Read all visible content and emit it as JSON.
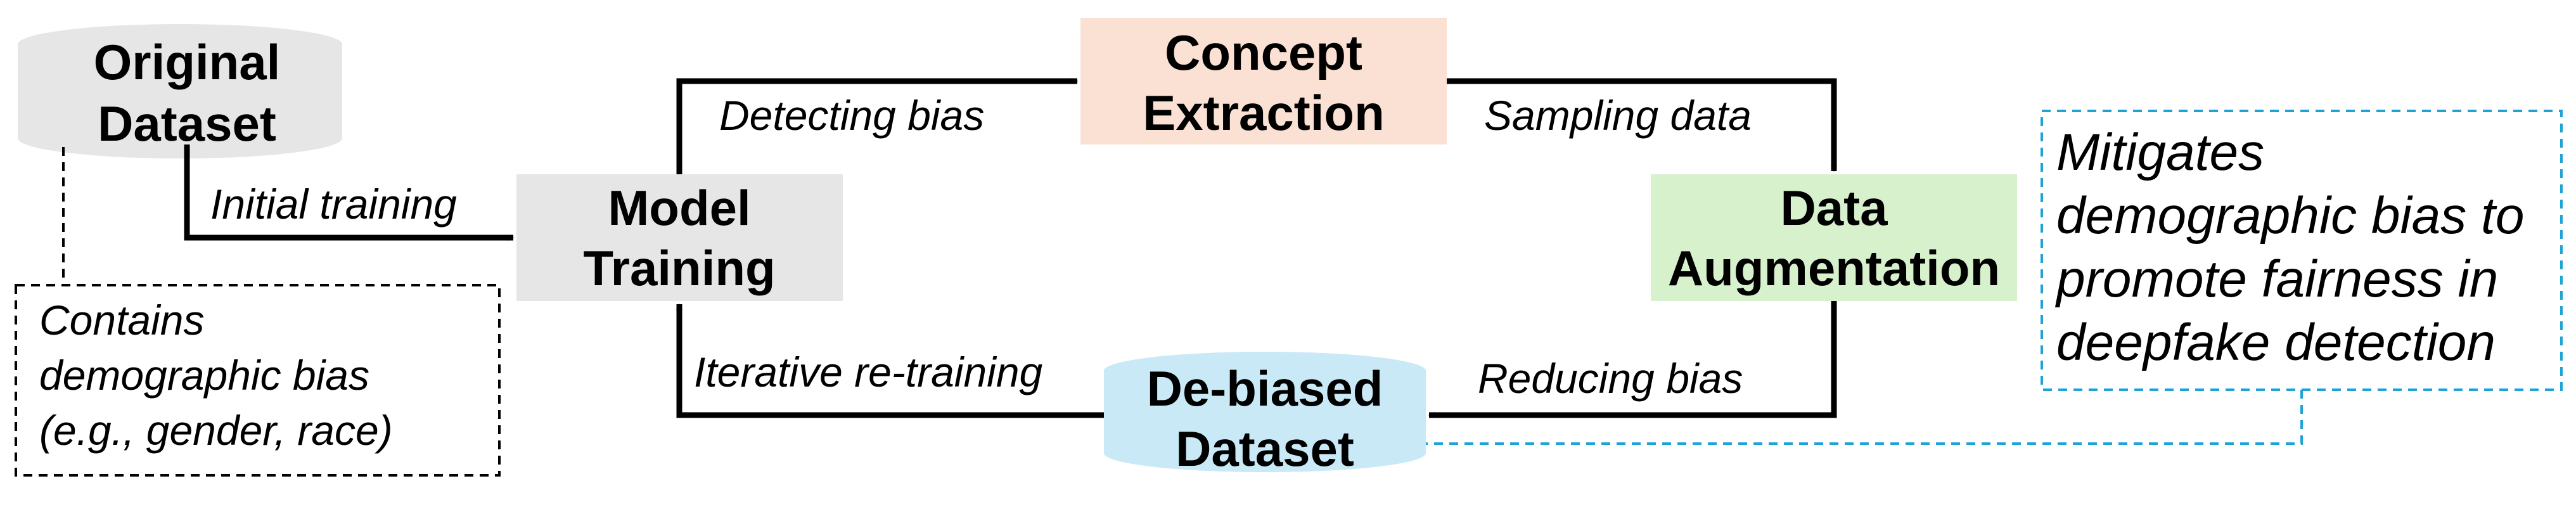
{
  "nodes": {
    "original_dataset": {
      "line1": "Original",
      "line2": "Dataset",
      "color": "#e6e6e6"
    },
    "model_training": {
      "line1": "Model",
      "line2": "Training",
      "color": "#e6e6e6"
    },
    "concept_extraction": {
      "line1": "Concept",
      "line2": "Extraction",
      "color": "#fbe1d4"
    },
    "data_augmentation": {
      "line1": "Data",
      "line2": "Augmentation",
      "color": "#d7f1cd"
    },
    "debiased_dataset": {
      "line1": "De-biased",
      "line2": "Dataset",
      "color": "#c9e9f7"
    }
  },
  "edges": {
    "initial_training": "Initial training",
    "detecting_bias": "Detecting bias",
    "sampling_data": "Sampling data",
    "reducing_bias": "Reducing bias",
    "iterative_retraining": "Iterative re-training"
  },
  "notes": {
    "bias_note": {
      "line1": "Contains",
      "line2": "demographic bias",
      "line3": "(e.g., gender, race)"
    },
    "fairness_note": {
      "line1": "Mitigates",
      "line2": "demographic bias to",
      "line3": "promote fairness in",
      "line4": "deepfake detection",
      "border_color": "#1ea3d6"
    }
  }
}
